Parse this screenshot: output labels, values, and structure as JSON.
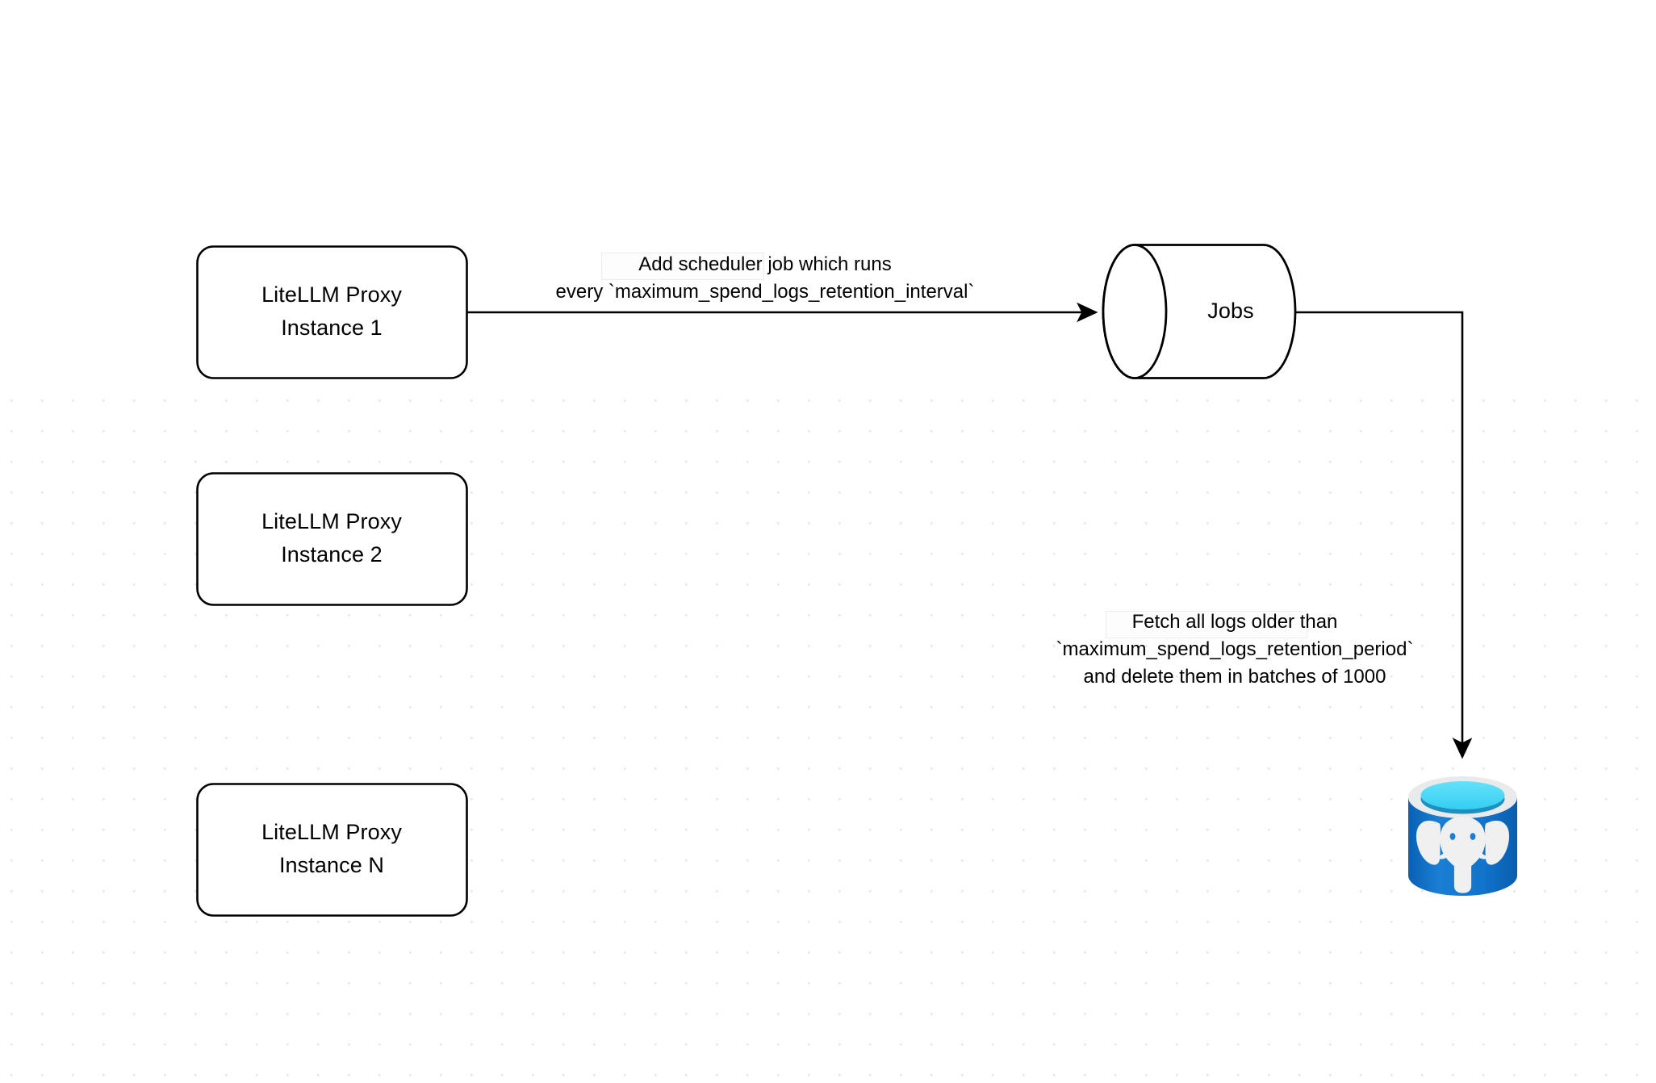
{
  "diagram": {
    "title": "LiteLLM spend-logs retention scheduler flow",
    "background_color": "#ffffff",
    "grid_dot_color": "#e7e7e9",
    "stroke_color": "#000000"
  },
  "nodes": {
    "proxy_1": {
      "label": "LiteLLM Proxy\nInstance 1",
      "shape": "rounded-rectangle"
    },
    "proxy_2": {
      "label": "LiteLLM Proxy\nInstance 2",
      "shape": "rounded-rectangle"
    },
    "proxy_3": {
      "label": "LiteLLM Proxy\nInstance N",
      "shape": "rounded-rectangle"
    },
    "jobs": {
      "label": "Jobs",
      "shape": "cylinder-horizontal"
    },
    "database": {
      "label": "",
      "shape": "postgresql-database-cylinder",
      "colors": {
        "body_top": "#1a7fd4",
        "body_bottom": "#0a61b4",
        "rim": "#e9eaec",
        "liquid_top": "#45d7f7",
        "liquid_deep": "#1f8fc0",
        "elephant": "#f0f0f0"
      }
    }
  },
  "edges": {
    "scheduler_edge": {
      "label": "Add scheduler job which runs\nevery `maximum_spend_logs_retention_interval`",
      "from": "proxy_1",
      "to": "jobs",
      "arrow": "filled-triangle"
    },
    "cleanup_edge": {
      "label": "Fetch all logs older than\n`maximum_spend_logs_retention_period`\nand delete them in batches of 1000",
      "from": "jobs",
      "to": "database",
      "arrow": "filled-triangle"
    }
  }
}
